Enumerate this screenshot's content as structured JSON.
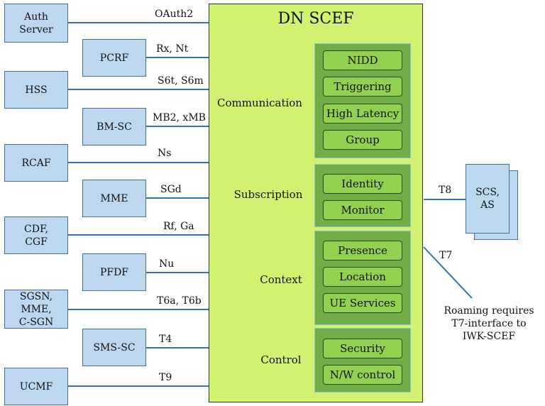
{
  "nodes": [
    {
      "label": "Auth\nServer"
    },
    {
      "label": "PCRF"
    },
    {
      "label": "HSS"
    },
    {
      "label": "BM-SC"
    },
    {
      "label": "RCAF"
    },
    {
      "label": "MME"
    },
    {
      "label": "CDF,\nCGF"
    },
    {
      "label": "PFDF"
    },
    {
      "label": "SGSN, MME,\nC-SGN"
    },
    {
      "label": "SMS-SC"
    },
    {
      "label": "UCMF"
    }
  ],
  "interfaces": [
    "OAuth2",
    "Rx, Nt",
    "S6t, S6m",
    "MB2, xMB",
    "Ns",
    "SGd",
    "Rf, Ga",
    "Nu",
    "T6a, T6b",
    "T4",
    "T9"
  ],
  "scef": {
    "title": "DN SCEF",
    "groups": [
      {
        "label": "Communication",
        "items": [
          "NIDD",
          "Triggering",
          "High Latency",
          "Group"
        ]
      },
      {
        "label": "Subscription",
        "items": [
          "Identity",
          "Monitor"
        ]
      },
      {
        "label": "Context",
        "items": [
          "Presence",
          "Location",
          "UE Services"
        ]
      },
      {
        "label": "Control",
        "items": [
          "Security",
          "N/W control"
        ]
      }
    ]
  },
  "scs": {
    "label": "SCS,\nAS",
    "interface": "T8"
  },
  "roaming": {
    "interface": "T7",
    "note": "Roaming requires\nT7-interface to\nIWK-SCEF"
  },
  "colors": {
    "node_fill": "#bdd7ee",
    "scef_fill": "#d1f271",
    "group_fill": "#70ad47",
    "pill_fill": "#92d050",
    "line": "#2e75b6"
  }
}
